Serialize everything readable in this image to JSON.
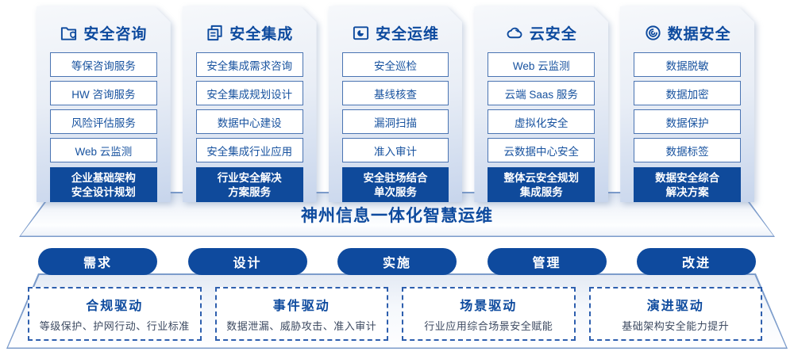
{
  "colors": {
    "primary_blue": "#0D4A9E",
    "highlight_box_blue": "#0F4A9B",
    "item_border_blue": "#4A74B2",
    "trapezoid_border_blue": "#7C9CCB",
    "dashed_border_blue": "#2E5FAE",
    "driver_desc_gray": "#3D4A61",
    "card_gradient_bottom": "#C7D5EC"
  },
  "columns": [
    {
      "title": "安全咨询",
      "icon": "folder-shield-icon",
      "items": [
        "等保咨询服务",
        "HW 咨询服务",
        "风险评估服务",
        "Web 云监测"
      ],
      "highlight": [
        "企业基础架构",
        "安全设计规划"
      ]
    },
    {
      "title": "安全集成",
      "icon": "documents-icon",
      "items": [
        "安全集成需求咨询",
        "安全集成规划设计",
        "数据中心建设",
        "安全集成行业应用"
      ],
      "highlight": [
        "行业安全解决",
        "方案服务"
      ]
    },
    {
      "title": "安全运维",
      "icon": "pie-folder-icon",
      "items": [
        "安全巡检",
        "基线核查",
        "漏洞扫描",
        "准入审计"
      ],
      "highlight": [
        "安全驻场结合",
        "单次服务"
      ]
    },
    {
      "title": "云安全",
      "icon": "cloud-icon",
      "items": [
        "Web 云监测",
        "云端 Saas 服务",
        "虚拟化安全",
        "云数据中心安全"
      ],
      "highlight": [
        "整体云安全规划",
        "集成服务"
      ]
    },
    {
      "title": "数据安全",
      "icon": "fingerprint-icon",
      "items": [
        "数据脱敏",
        "数据加密",
        "数据保护",
        "数据标签"
      ],
      "highlight": [
        "数据安全综合",
        "解决方案"
      ]
    }
  ],
  "banner": {
    "title": "神州信息一体化智慧运维"
  },
  "process": {
    "steps": [
      "需求",
      "设计",
      "实施",
      "管理",
      "改进"
    ]
  },
  "drivers": [
    {
      "title": "合规驱动",
      "desc": "等级保护、护网行动、行业标准"
    },
    {
      "title": "事件驱动",
      "desc": "数据泄漏、威胁攻击、准入审计"
    },
    {
      "title": "场景驱动",
      "desc": "行业应用综合场景安全赋能"
    },
    {
      "title": "演进驱动",
      "desc": "基础架构安全能力提升"
    }
  ]
}
